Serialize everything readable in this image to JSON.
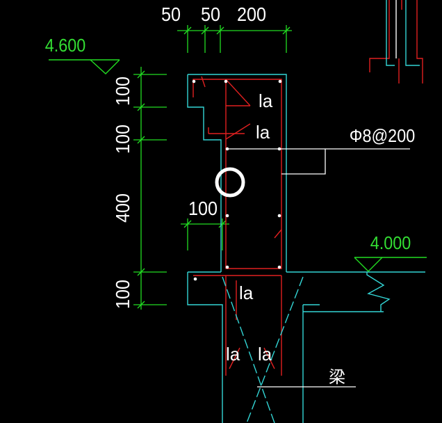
{
  "colors": {
    "background": "#000000",
    "dimension": "#22dd22",
    "outline": "#33d6d6",
    "rebar": "#e02020",
    "text": "#ffffff",
    "elevation_text": "#33dd33"
  },
  "dimensions": {
    "top": [
      "50",
      "50",
      "200"
    ],
    "left": [
      "100",
      "100",
      "400",
      "100"
    ],
    "inner": "100"
  },
  "elevations": {
    "upper": "4.600",
    "lower": "4.000"
  },
  "rebar_labels": {
    "la_1": "la",
    "la_2": "la",
    "la_3": "la",
    "la_4": "la",
    "la_5": "la",
    "stirrup": "Φ8@200"
  },
  "beam_label": "梁",
  "cursor_marker": "circle"
}
